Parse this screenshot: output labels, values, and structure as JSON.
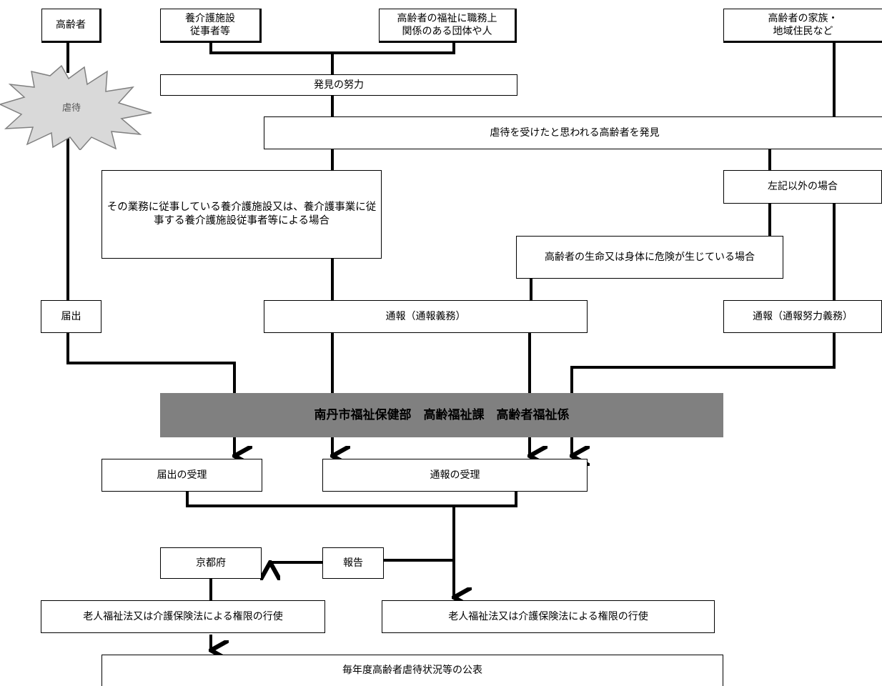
{
  "nodes": {
    "elderly": "高齢者",
    "facility_staff": "養介護施設\n従事者等",
    "related_groups": "高齢者の福祉に職務上\n関係のある団体や人",
    "family": "高齢者の家族・\n地域住民など",
    "abuse": "虐待",
    "discovery_effort": "発見の努力",
    "discover": "虐待を受けたと思われる高齢者を発見",
    "facility_case": "その業務に従事している養介護施設又は、養介護事業に従事する養介護施設従事者等による場合",
    "other_case": "左記以外の場合",
    "danger_case": "高齢者の生命又は身体に危険が生じている場合",
    "notification_filing": "届出",
    "report_mandatory": "通報（通報義務）",
    "report_effort": "通報（通報努力義務）",
    "city_office": "南丹市福祉保健部　高齢福祉課　高齢者福祉係",
    "filing_accepted": "届出の受理",
    "report_accepted": "通報の受理",
    "prefecture": "京都府",
    "report_to_pref": "報告",
    "authority_pref": "老人福祉法又は介護保険法による権限の行使",
    "authority_city": "老人福祉法又は介護保険法による権限の行使",
    "annual_publication": "毎年度高齢者虐待状況等の公表"
  },
  "colors": {
    "main_box_fill": "#808080",
    "burst_fill": "#d9d9d9",
    "line": "#000000"
  }
}
